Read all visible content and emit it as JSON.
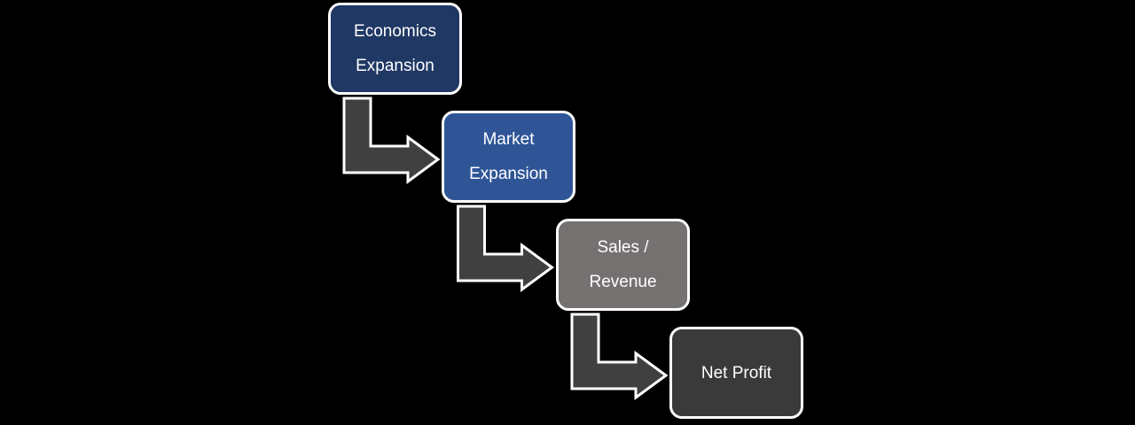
{
  "steps": [
    {
      "label_lines": [
        "Economics",
        "Expansion"
      ],
      "color": "#203864"
    },
    {
      "label_lines": [
        "Market",
        "Expansion"
      ],
      "color": "#2f5597"
    },
    {
      "label_lines": [
        "Sales /",
        "Revenue"
      ],
      "color": "#767171"
    },
    {
      "label_lines": [
        "Net Profit"
      ],
      "color": "#3a3a3a"
    }
  ],
  "arrow_color": "#404040"
}
